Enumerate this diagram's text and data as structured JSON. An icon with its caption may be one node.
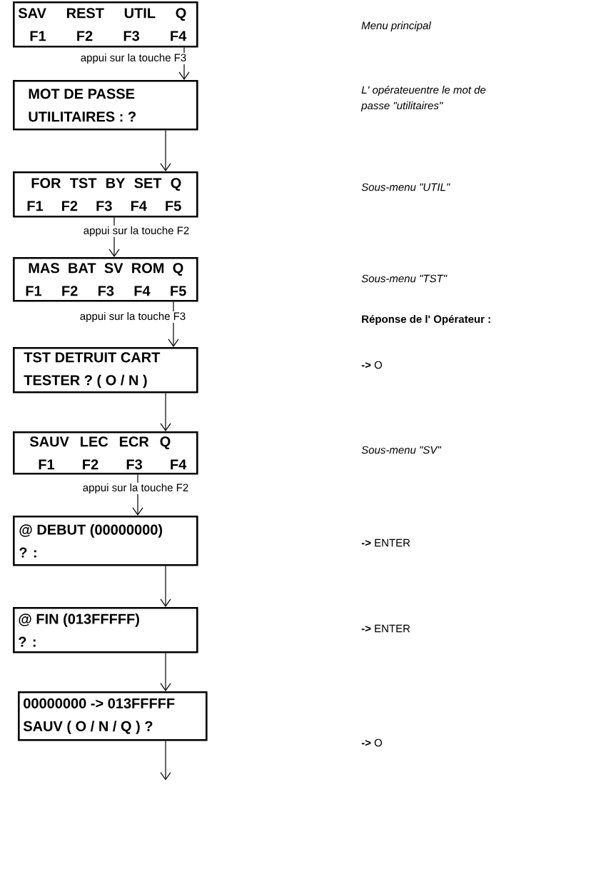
{
  "diagram": {
    "nodes": [
      {
        "text": [
          "SAV REST UTIL Q",
          "F1 F2 F3 F4"
        ]
      },
      {
        "text": [
          "MOT DE PASSE",
          "UTILITAIRES : ?"
        ]
      },
      {
        "text": [
          "FOR TST BY SET Q",
          "F1 F2 F3 F4 F5"
        ]
      },
      {
        "text": [
          "MAS BAT SV ROM Q",
          "F1 F2 F3 F4 F5"
        ]
      },
      {
        "text": [
          "TST DETRUIT CART",
          "TESTER ? ( O / N )"
        ]
      },
      {
        "text": [
          "SAUV LEC ECR Q",
          "F1 F2 F3 F4"
        ]
      },
      {
        "text": [
          "@ DEBUT (00000000)",
          "? :"
        ]
      },
      {
        "text": [
          "@ FIN (013FFFFF)",
          "? :"
        ]
      },
      {
        "text": [
          "00000000 -> 013FFFFF",
          "SAUV ( O / N / Q ) ?"
        ]
      }
    ],
    "edges": [
      {
        "from": 0,
        "to": 1,
        "arrow": "to",
        "label": "appui sur la touche F3"
      },
      {
        "from": 1,
        "to": 2,
        "arrow": "to"
      },
      {
        "from": 2,
        "to": 3,
        "arrow": "to",
        "label": "appui sur la touche F2"
      },
      {
        "from": 3,
        "to": 4,
        "arrow": "to",
        "label": "appui sur la touche F3"
      },
      {
        "from": 4,
        "to": 5,
        "arrow": "to"
      },
      {
        "from": 5,
        "to": 6,
        "arrow": "to",
        "label": "appui sur la touche F2"
      },
      {
        "from": 6,
        "to": 7,
        "arrow": "to"
      },
      {
        "from": 7,
        "to": 8,
        "arrow": "to"
      },
      {
        "from": 8,
        "to": null,
        "arrow": "to"
      }
    ],
    "labels": [
      "Menu principal",
      "L' opérateuentre le mot de passe \"utilitaires\"",
      "Sous-menu \"UTIL\"",
      "Sous-menu \"TST\"",
      "Réponse de l' Opérateur :",
      "**->** O",
      "Sous-menu \"SV\"",
      "**->** ENTER",
      "**->** ENTER",
      "**->** O"
    ]
  }
}
